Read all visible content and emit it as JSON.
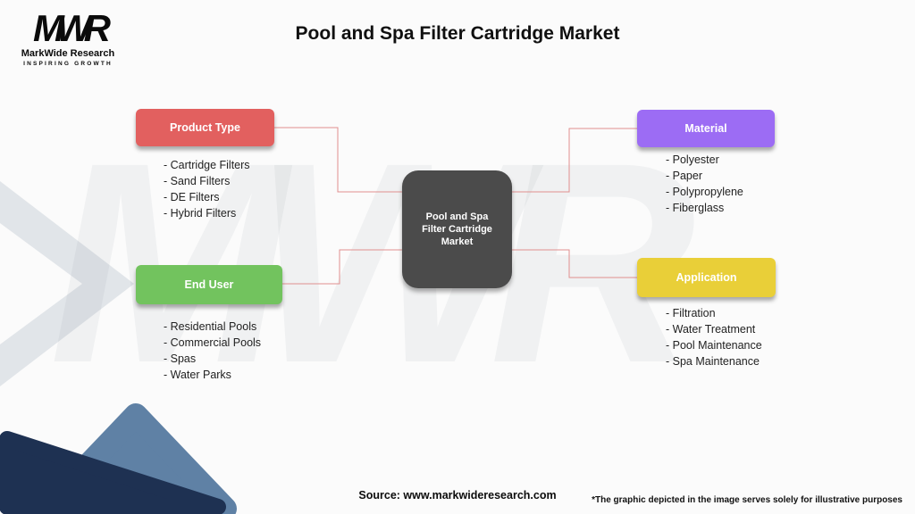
{
  "page": {
    "title": "Pool and Spa Filter Cartridge Market",
    "watermark": "MWR"
  },
  "logo": {
    "acronym": "MWR",
    "name": "MarkWide Research",
    "tagline": "INSPIRING GROWTH"
  },
  "center_node": {
    "label": "Pool and Spa Filter Cartridge Market",
    "bg_color": "#4b4b4b"
  },
  "connector_color": "#e08f8f",
  "categories": [
    {
      "key": "product-type",
      "label": "Product Type",
      "color": "#e2605f",
      "items": [
        "- Cartridge Filters",
        "- Sand Filters",
        "- DE Filters",
        "- Hybrid Filters"
      ]
    },
    {
      "key": "material",
      "label": "Material",
      "color": "#9c6cf4",
      "items": [
        "- Polyester",
        "- Paper",
        "- Polypropylene",
        "- Fiberglass"
      ]
    },
    {
      "key": "end-user",
      "label": "End User",
      "color": "#72c35e",
      "items": [
        "- Residential Pools",
        "- Commercial Pools",
        "- Spas",
        "- Water Parks"
      ]
    },
    {
      "key": "application",
      "label": "Application",
      "color": "#e9cf38",
      "items": [
        "- Filtration",
        "- Water Treatment",
        "- Pool Maintenance",
        "- Spa Maintenance"
      ]
    }
  ],
  "footer": {
    "source": "Source: www.markwideresearch.com",
    "disclaimer": "*The graphic depicted in the image serves solely for illustrative purposes"
  }
}
